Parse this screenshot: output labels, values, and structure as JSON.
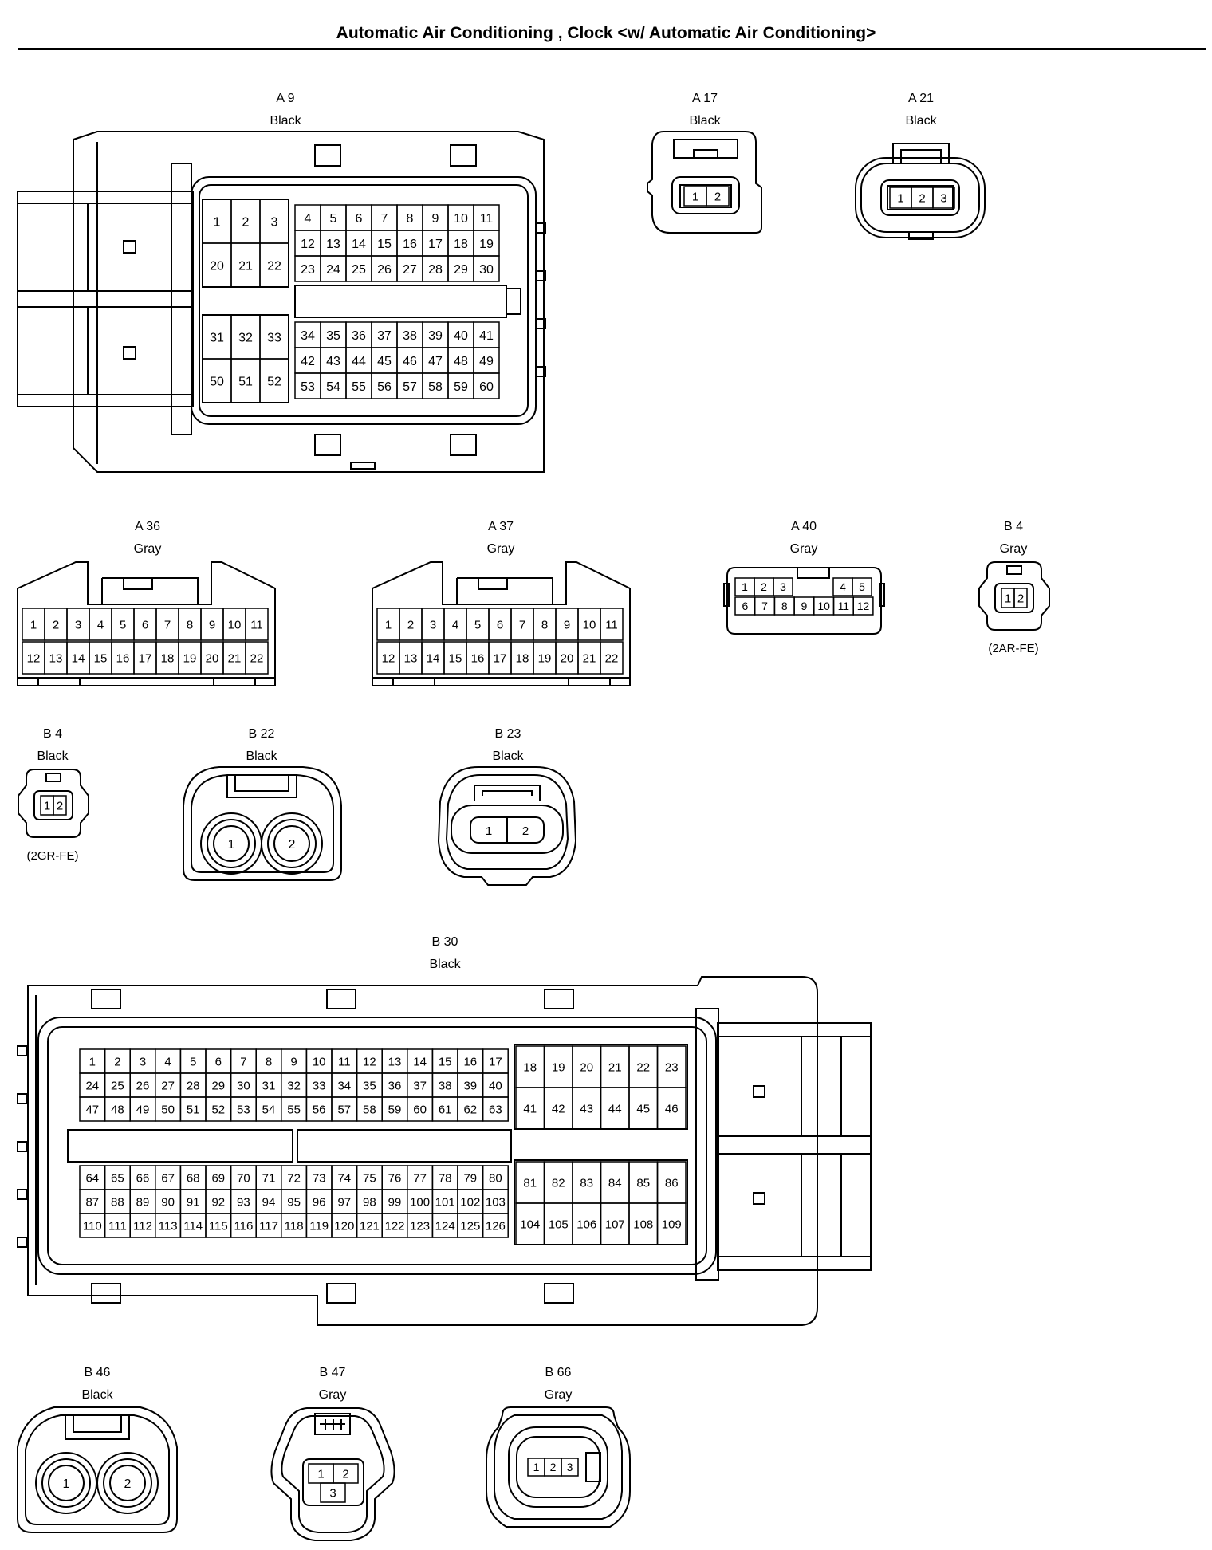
{
  "title": "Automatic Air Conditioning , Clock <w/ Automatic Air Conditioning>",
  "connectors": [
    {
      "id": "A 9",
      "color": "Black"
    },
    {
      "id": "A 17",
      "color": "Black"
    },
    {
      "id": "A 21",
      "color": "Black"
    },
    {
      "id": "A 36",
      "color": "Gray"
    },
    {
      "id": "A 37",
      "color": "Gray"
    },
    {
      "id": "A 40",
      "color": "Gray"
    },
    {
      "id": "B 4",
      "color": "Gray",
      "note": "(2AR-FE)"
    },
    {
      "id": "B 4",
      "color": "Black",
      "note": "(2GR-FE)"
    },
    {
      "id": "B 22",
      "color": "Black"
    },
    {
      "id": "B 23",
      "color": "Black"
    },
    {
      "id": "B 30",
      "color": "Black"
    },
    {
      "id": "B 46",
      "color": "Black"
    },
    {
      "id": "B 47",
      "color": "Gray"
    },
    {
      "id": "B 66",
      "color": "Gray"
    }
  ],
  "pins": {
    "A9": [
      [
        "1",
        "2",
        "3"
      ],
      [
        "20",
        "21",
        "22"
      ],
      [
        "4",
        "5",
        "6",
        "7",
        "8",
        "9",
        "10",
        "11"
      ],
      [
        "12",
        "13",
        "14",
        "15",
        "16",
        "17",
        "18",
        "19"
      ],
      [
        "23",
        "24",
        "25",
        "26",
        "27",
        "28",
        "29",
        "30"
      ],
      [
        "31",
        "32",
        "33"
      ],
      [
        "50",
        "51",
        "52"
      ],
      [
        "34",
        "35",
        "36",
        "37",
        "38",
        "39",
        "40",
        "41"
      ],
      [
        "42",
        "43",
        "44",
        "45",
        "46",
        "47",
        "48",
        "49"
      ],
      [
        "53",
        "54",
        "55",
        "56",
        "57",
        "58",
        "59",
        "60"
      ]
    ],
    "A17": [
      "1",
      "2"
    ],
    "A21": [
      "1",
      "2",
      "3"
    ],
    "A36": [
      [
        "1",
        "2",
        "3",
        "4",
        "5",
        "6",
        "7",
        "8",
        "9",
        "10",
        "11"
      ],
      [
        "12",
        "13",
        "14",
        "15",
        "16",
        "17",
        "18",
        "19",
        "20",
        "21",
        "22"
      ]
    ],
    "A37": [
      [
        "1",
        "2",
        "3",
        "4",
        "5",
        "6",
        "7",
        "8",
        "9",
        "10",
        "11"
      ],
      [
        "12",
        "13",
        "14",
        "15",
        "16",
        "17",
        "18",
        "19",
        "20",
        "21",
        "22"
      ]
    ],
    "A40": [
      [
        "1",
        "2",
        "3"
      ],
      [
        "4",
        "5"
      ],
      [
        "6",
        "7",
        "8",
        "9",
        "10",
        "11",
        "12"
      ]
    ],
    "B4gray": [
      "1",
      "2"
    ],
    "B4black": [
      "1",
      "2"
    ],
    "B22": [
      "1",
      "2"
    ],
    "B23": [
      "1",
      "2"
    ],
    "B30": [
      [
        "1",
        "2",
        "3",
        "4",
        "5",
        "6",
        "7",
        "8",
        "9",
        "10",
        "11",
        "12",
        "13",
        "14",
        "15",
        "16",
        "17"
      ],
      [
        "24",
        "25",
        "26",
        "27",
        "28",
        "29",
        "30",
        "31",
        "32",
        "33",
        "34",
        "35",
        "36",
        "37",
        "38",
        "39",
        "40"
      ],
      [
        "47",
        "48",
        "49",
        "50",
        "51",
        "52",
        "53",
        "54",
        "55",
        "56",
        "57",
        "58",
        "59",
        "60",
        "61",
        "62",
        "63"
      ],
      [
        "18",
        "19",
        "20",
        "21",
        "22",
        "23"
      ],
      [
        "41",
        "42",
        "43",
        "44",
        "45",
        "46"
      ],
      [
        "64",
        "65",
        "66",
        "67",
        "68",
        "69",
        "70",
        "71",
        "72",
        "73",
        "74",
        "75",
        "76",
        "77",
        "78",
        "79",
        "80"
      ],
      [
        "87",
        "88",
        "89",
        "90",
        "91",
        "92",
        "93",
        "94",
        "95",
        "96",
        "97",
        "98",
        "99",
        "100",
        "101",
        "102",
        "103"
      ],
      [
        "110",
        "111",
        "112",
        "113",
        "114",
        "115",
        "116",
        "117",
        "118",
        "119",
        "120",
        "121",
        "122",
        "123",
        "124",
        "125",
        "126"
      ],
      [
        "81",
        "82",
        "83",
        "84",
        "85",
        "86"
      ],
      [
        "104",
        "105",
        "106",
        "107",
        "108",
        "109"
      ]
    ],
    "B46": [
      "1",
      "2"
    ],
    "B47": [
      [
        "1",
        "2"
      ],
      [
        "3"
      ]
    ],
    "B66": [
      "1",
      "2",
      "3"
    ]
  }
}
